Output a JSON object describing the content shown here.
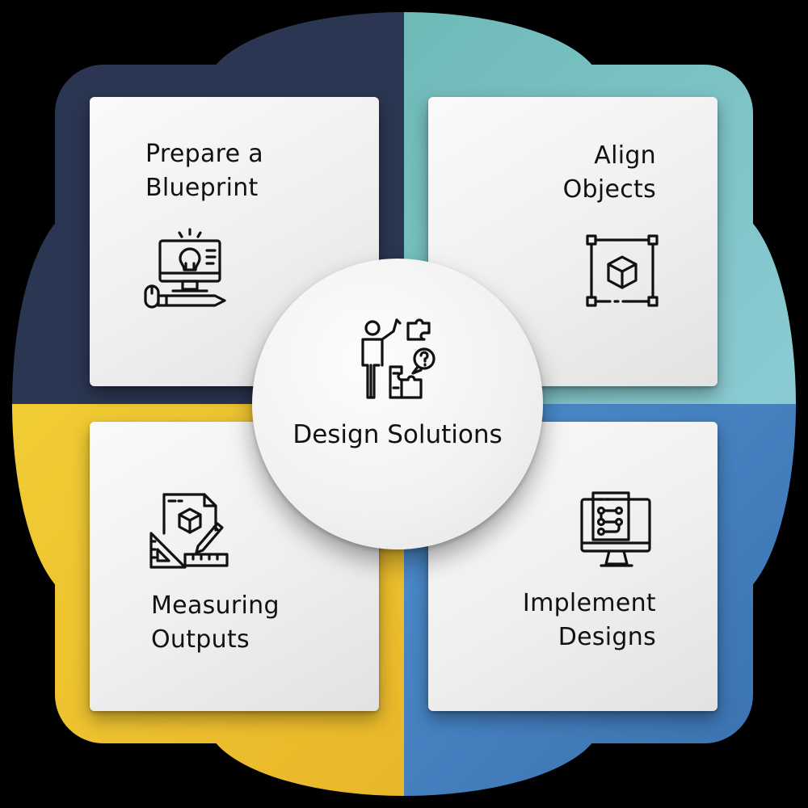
{
  "center": {
    "label": "Design Solutions",
    "icon": "person-puzzle-question-icon"
  },
  "quadrants": [
    {
      "label_line1": "Prepare a",
      "label_line2": "Blueprint",
      "icon": "computer-lightbulb-pencil-icon",
      "color": "#2b3652"
    },
    {
      "label_line1": "Align",
      "label_line2": "Objects",
      "icon": "selection-cube-icon",
      "color": "#7cc3c6"
    },
    {
      "label_line1": "Measuring",
      "label_line2": "Outputs",
      "icon": "blueprint-cube-ruler-icon",
      "color": "#efc72f"
    },
    {
      "label_line1": "Implement",
      "label_line2": "Designs",
      "icon": "monitor-workflow-icon",
      "color": "#3f7dbf"
    }
  ],
  "colors": {
    "background": "#000000",
    "navy": "#2b3652",
    "teal": "#7cc3c6",
    "yellow": "#efc72f",
    "blue": "#3f7dbf",
    "card": "#efefef",
    "text": "#111111"
  }
}
